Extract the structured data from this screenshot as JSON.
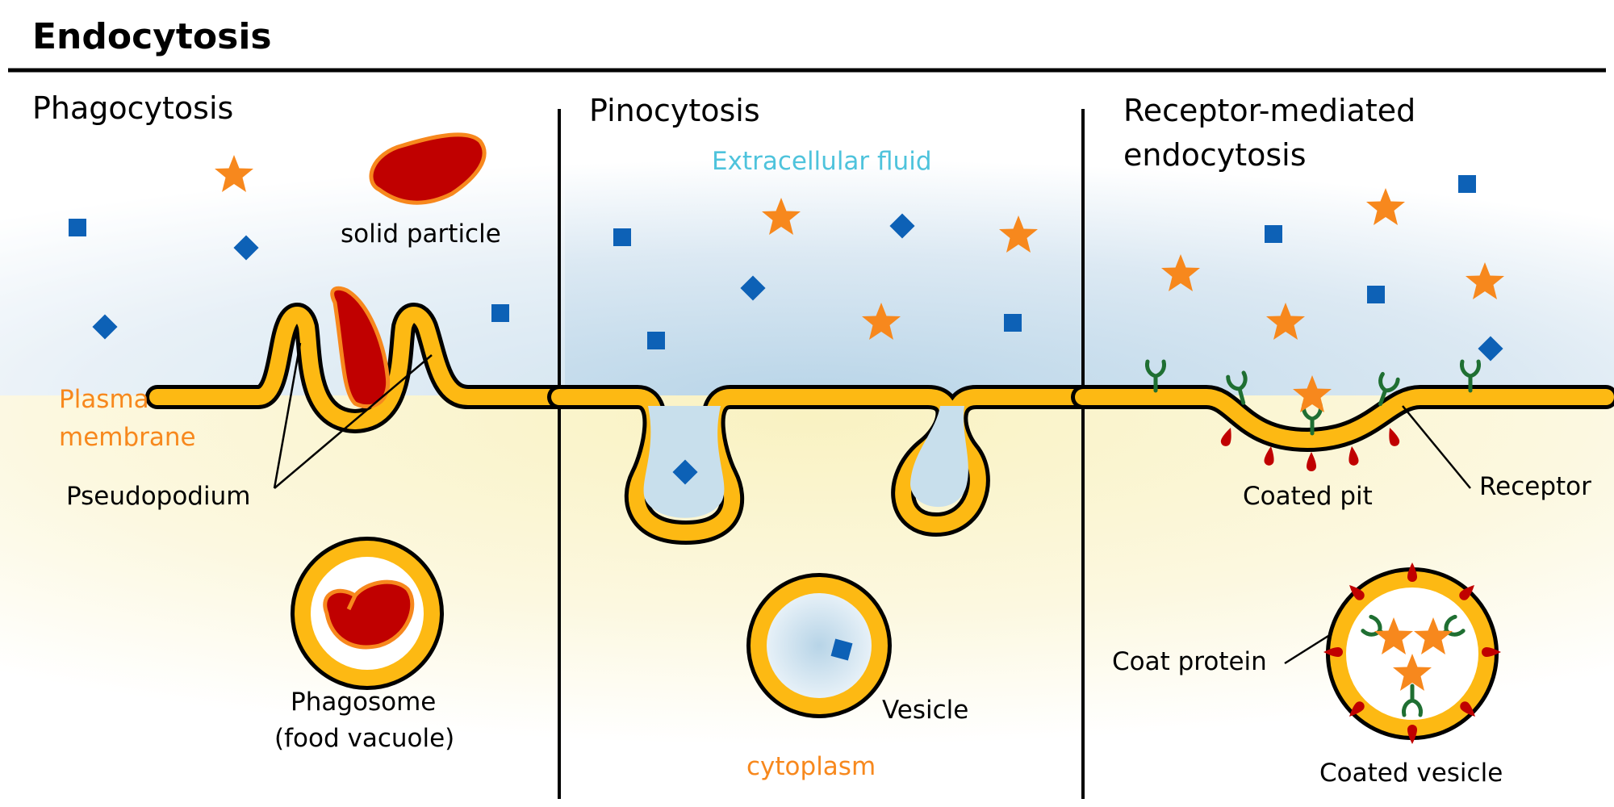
{
  "title": "Endocytosis",
  "sections": {
    "phago": "Phagocytosis",
    "pino": "Pinocytosis",
    "rme_line1": "Receptor-mediated",
    "rme_line2": "endocytosis"
  },
  "labels": {
    "solid_particle": "solid particle",
    "plasma_line1": "Plasma",
    "plasma_line2": "membrane",
    "pseudopodium": "Pseudopodium",
    "phagosome_line1": "Phagosome",
    "phagosome_line2": "(food vacuole)",
    "extracellular": "Extracellular fluid",
    "vesicle": "Vesicle",
    "cytoplasm": "cytoplasm",
    "coated_pit": "Coated pit",
    "receptor": "Receptor",
    "coat_protein": "Coat protein",
    "coated_vesicle": "Coated vesicle"
  },
  "colors": {
    "membrane": "#fdb913",
    "outline": "#000000",
    "particle": "#c00000",
    "particle_edge": "#f7881d",
    "star": "#f7881d",
    "square": "#0d61b6",
    "receptor": "#1f6f32",
    "coat": "#c00000",
    "fluid": "#c8dfec",
    "cytoplasm": "#fbf6cf"
  }
}
